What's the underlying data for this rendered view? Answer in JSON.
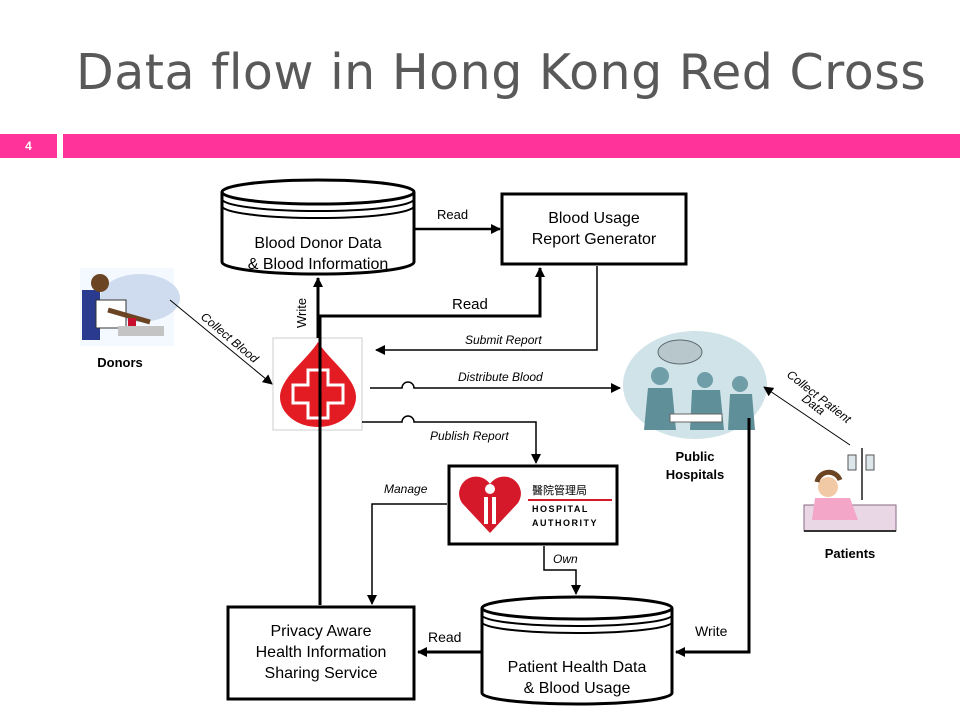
{
  "slide": {
    "title": "Data flow in Hong Kong Red Cross",
    "number": "4"
  },
  "colors": {
    "accent": "#ff3399",
    "title": "#595959",
    "red_cross": "#e31b23",
    "ha_red": "#d6192a"
  },
  "nodes": {
    "db_donor": [
      "Blood Donor Data",
      "& Blood Information"
    ],
    "report_gen": [
      "Blood Usage",
      "Report Generator"
    ],
    "privacy": [
      "Privacy Aware",
      "Health Information",
      "Sharing Service"
    ],
    "db_patient": [
      "Patient Health Data",
      "& Blood Usage"
    ],
    "donors": "Donors",
    "hospitals": [
      "Public",
      "Hospitals"
    ],
    "patients": "Patients",
    "ha_chinese": "醫院管理局",
    "ha_en": [
      "HOSPITAL",
      "AUTHORITY"
    ]
  },
  "edges": {
    "read_top": "Read",
    "write": "Write",
    "read_mid": "Read",
    "submit": "Submit Report",
    "distribute": "Distribute Blood",
    "publish": "Publish Report",
    "manage": "Manage",
    "own": "Own",
    "read_bottom": "Read",
    "write_bottom": "Write",
    "collect_blood": "Collect Blood",
    "collect_patient": [
      "Collect Patient",
      "Data"
    ]
  }
}
